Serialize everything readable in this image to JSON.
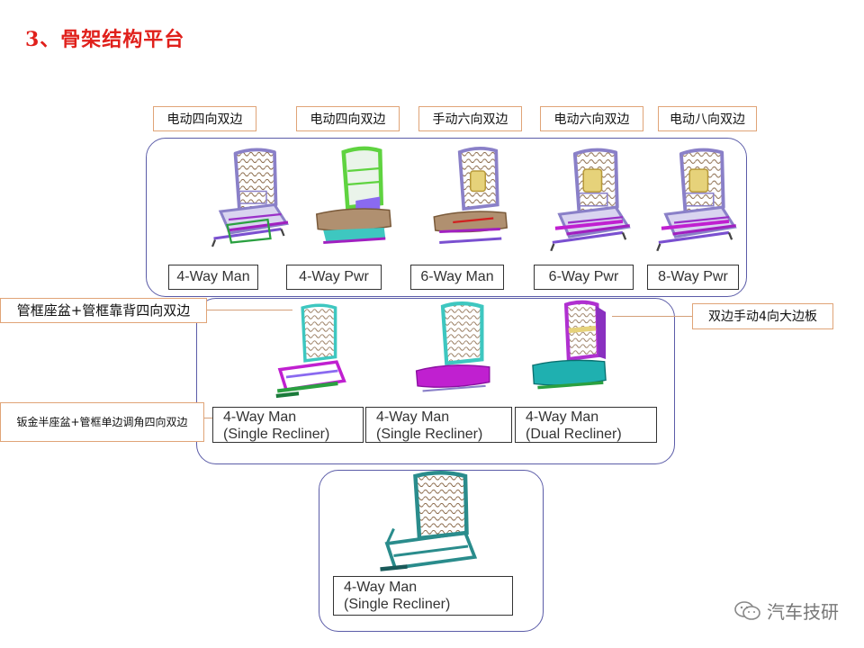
{
  "title": "3、骨架结构平台",
  "row1": {
    "top_labels": [
      "电动四向双边",
      "电动四向双边",
      "手动六向双边",
      "电动六向双边",
      "电动八向双边"
    ],
    "variants": [
      "4-Way Man",
      "4-Way Pwr",
      "6-Way Man",
      "6-Way Pwr",
      "8-Way Pwr"
    ]
  },
  "row2": {
    "left_label_1": "管框座盆+管框靠背四向双边",
    "left_label_2": "钣金半座盆+管框单边调角四向双边",
    "right_label": "双边手动4向大边板",
    "variants": [
      {
        "line1": "4-Way Man",
        "line2": "(Single Recliner)"
      },
      {
        "line1": "4-Way Man",
        "line2": "(Single Recliner)"
      },
      {
        "line1": "4-Way Man",
        "line2": "(Dual Recliner)"
      }
    ]
  },
  "row3": {
    "variant": {
      "line1": "4-Way Man",
      "line2": "(Single Recliner)"
    }
  },
  "watermark": "汽车技研",
  "colors": {
    "title": "#e0201b",
    "group_border": "#5b5ca8",
    "label_border": "#e0a477"
  }
}
